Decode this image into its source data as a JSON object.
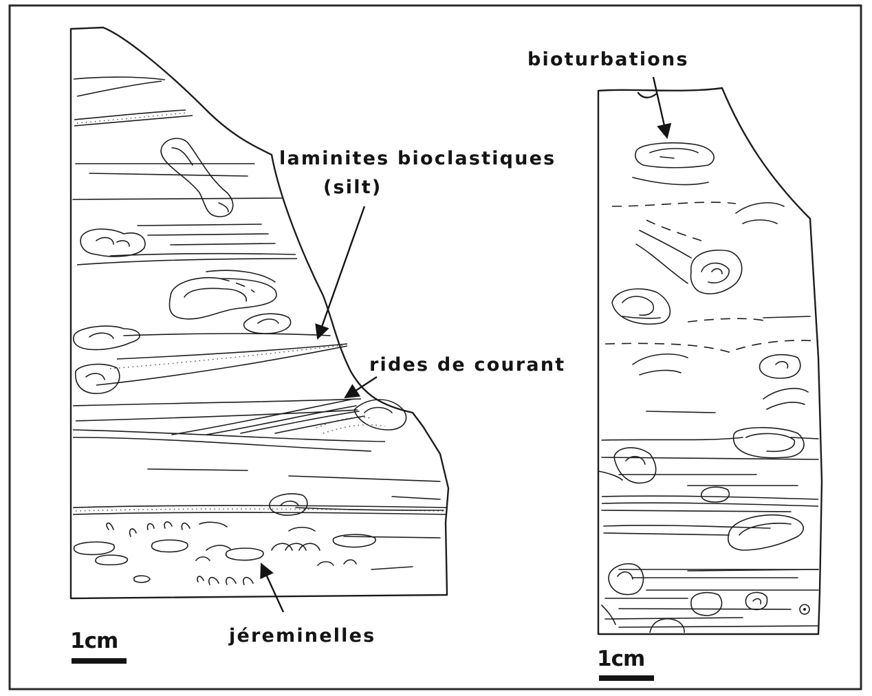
{
  "labels": {
    "bioturbations": "bioturbations",
    "laminites_line1": "laminites bioclastiques",
    "laminites_line2": "(silt)",
    "rides": "rides de courant",
    "jereminelles": "jéreminelles"
  },
  "scale_bars": {
    "left": "1cm",
    "right": "1cm"
  },
  "colors": {
    "ink": "#1c1c1c",
    "paper": "#ffffff"
  }
}
